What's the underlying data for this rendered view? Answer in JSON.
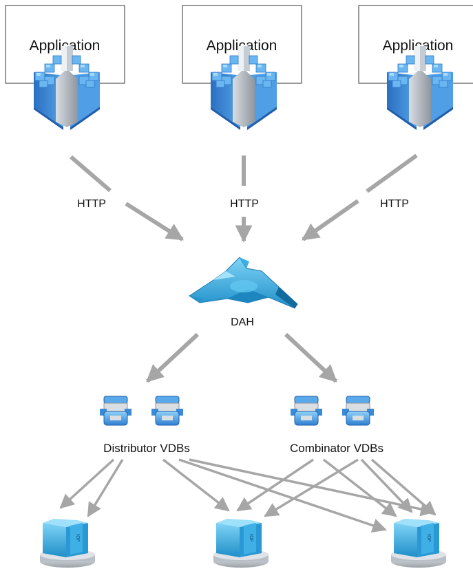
{
  "applications": [
    {
      "title": "Application"
    },
    {
      "title": "Application"
    },
    {
      "title": "Application"
    }
  ],
  "connections": [
    {
      "label": "HTTP"
    },
    {
      "label": "HTTP"
    },
    {
      "label": "HTTP"
    }
  ],
  "hub": {
    "label": "DAH"
  },
  "vdb_groups": [
    {
      "label": "Distributor VDBs"
    },
    {
      "label": "Combinator VDBs"
    }
  ],
  "colors": {
    "arrow": "#a6a6a6",
    "blue_light": "#7fc4f2",
    "blue_mid": "#3b8ad6",
    "blue_dark": "#1f5fae",
    "cyan": "#2ea6dd",
    "silver": "#c8ccd2"
  },
  "icons": {
    "application": "blue-cube-cluster-icon",
    "hub": "dah-hub-icon",
    "vdb": "vdb-database-icon",
    "server": "server-cluster-icon"
  }
}
